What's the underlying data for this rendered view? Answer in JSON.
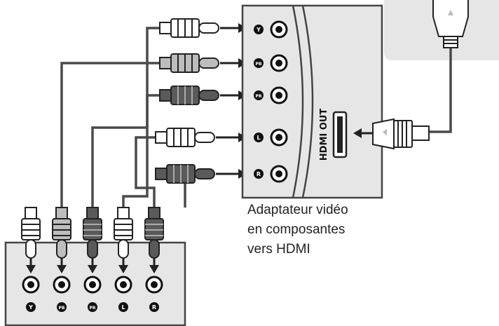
{
  "caption": {
    "line1": "Adaptateur vidéo",
    "line2": "en composantes",
    "line3": "vers HDMI"
  },
  "adapter": {
    "hdmi_label": "HDMI OUT",
    "jacks": [
      "Y",
      "PB",
      "PR",
      "L",
      "R"
    ]
  },
  "source_device": {
    "jacks": [
      "Y",
      "PB",
      "PR",
      "L",
      "R"
    ]
  },
  "colors": {
    "panel": "#e6e6e6",
    "panel_stroke": "#555555",
    "cable": "#4a4a4a",
    "plug_white": "#ffffff",
    "plug_gray": "#bdbdbd",
    "plug_dark": "#5a5a5a"
  }
}
